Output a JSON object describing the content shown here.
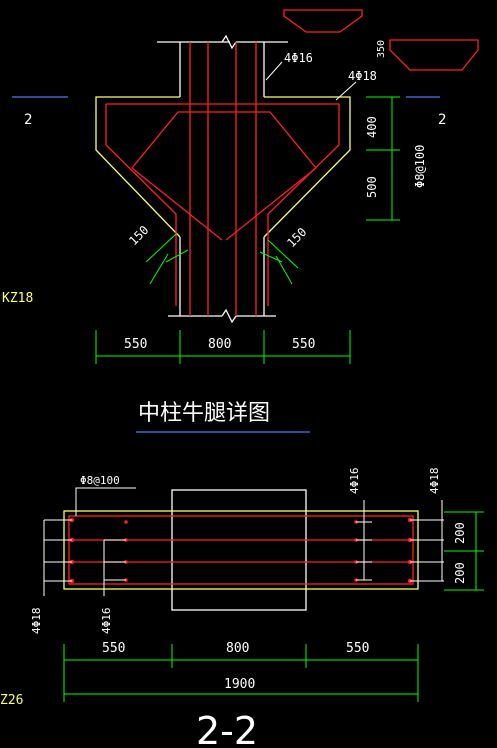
{
  "labels": {
    "section_mark_left": "2",
    "section_mark_right": "2",
    "rebar_column_long": "4Φ16",
    "rebar_corbel_long": "4Φ18",
    "top_dim_350": "350",
    "dim_400": "400",
    "dim_500": "500",
    "stirrup_spec": "Φ8@100",
    "dim_150_left": "150",
    "dim_150_right": "150",
    "column_tag_top": "KZ18",
    "dim_550_left": "550",
    "dim_800": "800",
    "dim_550_right": "550",
    "detail_title": "中柱牛腿详图",
    "sec_stirrup_spec": "Φ8@100",
    "sec_rebar_16_top": "4Φ16",
    "sec_rebar_18_top": "4Φ18",
    "sec_rebar_18_left": "4Φ18",
    "sec_rebar_16_left": "4Φ16",
    "sec_dim_200_top": "200",
    "sec_dim_200_bottom": "200",
    "sec_dim_550_left": "550",
    "sec_dim_800": "800",
    "sec_dim_550_right": "550",
    "sec_dim_total": "1900",
    "column_tag_bottom": "Z26",
    "section_title": "2-2"
  },
  "colors": {
    "background": "#000000",
    "outline": "#ffffff",
    "rebar": "#ff2020",
    "corbel_outline": "#ffff66",
    "dimension": "#00ff00",
    "tag_text": "#ffff66",
    "title_underline": "#4a78ff"
  }
}
